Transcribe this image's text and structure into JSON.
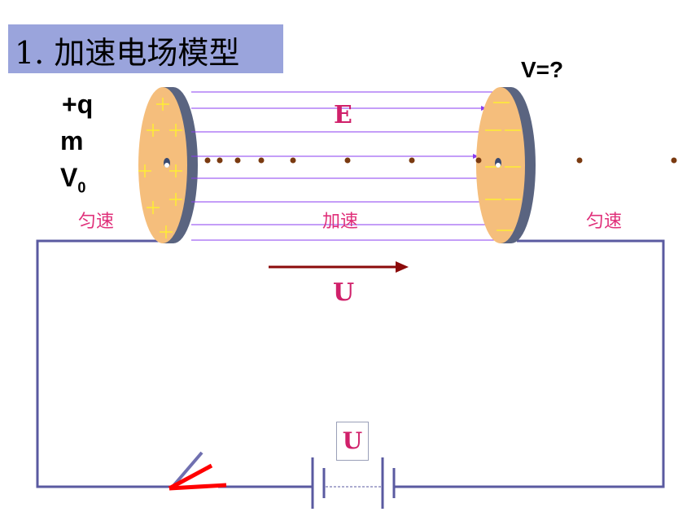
{
  "title": "1. 加速电场模型",
  "charge": "+q",
  "mass": "m",
  "velocity_symbol": "V",
  "velocity_subscript": "0",
  "final_velocity": "V=?",
  "field_label": "E",
  "region_left": "匀速",
  "region_middle": "加速",
  "region_right": "匀速",
  "voltage_label": "U",
  "battery_label": "U",
  "colors": {
    "title_bg": "#9aa4dc",
    "plate_fill": "#f5be7c",
    "plate_edge": "#5a6480",
    "field_lines": "#8a3cf0",
    "circuit_wire": "#5a5aa0",
    "pink_text": "#e0307a",
    "arrow_dark_red": "#8b0a0a",
    "switch_red": "#ff0000",
    "particle": "#7a3a10"
  }
}
